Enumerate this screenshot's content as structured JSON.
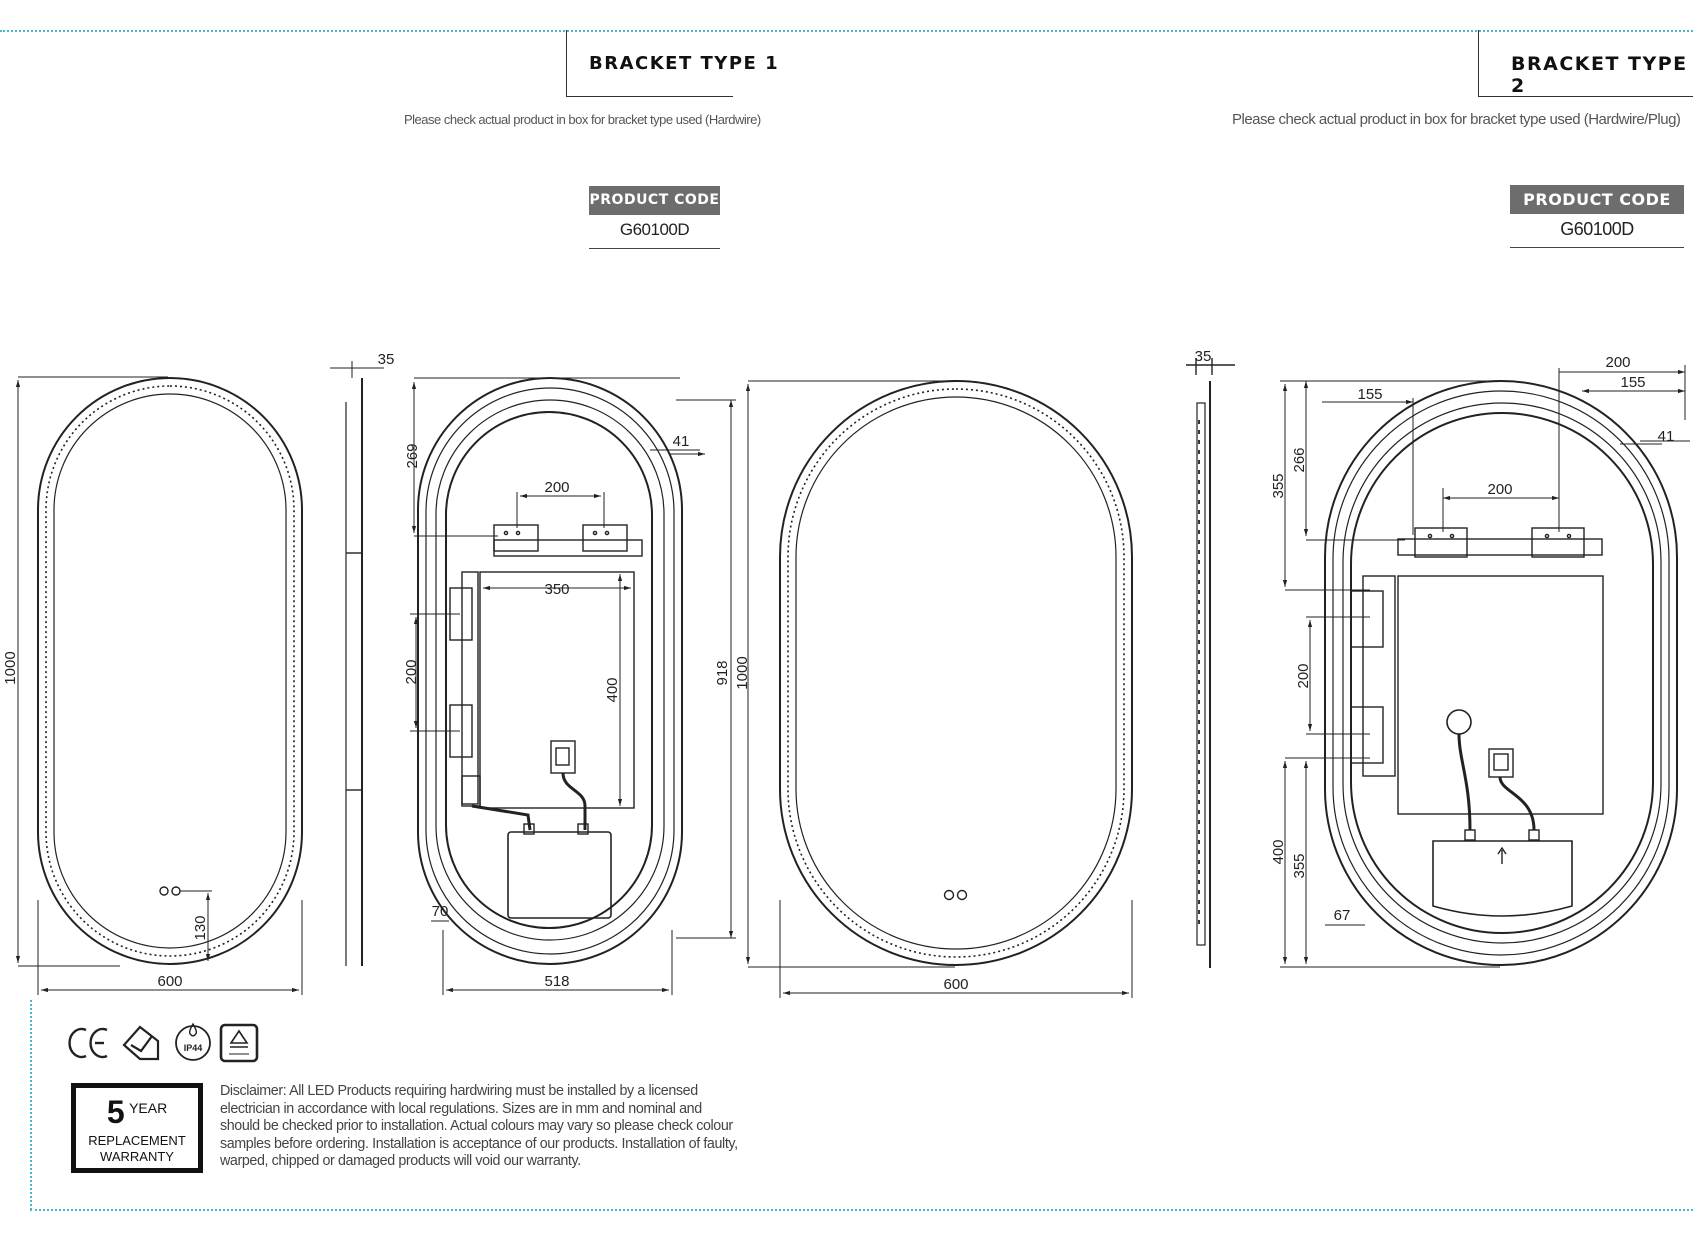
{
  "bracket1": {
    "title": "BRACKET TYPE 1",
    "note": "Please check actual product in box for bracket type used (Hardwire)",
    "product_code_label": "PRODUCT CODE",
    "product_code": "G60100D"
  },
  "bracket2": {
    "title": "BRACKET TYPE 2",
    "note": "Please check actual product in box for bracket type used (Hardwire/Plug)",
    "product_code_label": "PRODUCT CODE",
    "product_code": "G60100D"
  },
  "dims1": {
    "height": "1000",
    "width": "600",
    "depth": "35",
    "sensor_offset": "130",
    "top_to_bracket": "269",
    "frame_offset": "41",
    "bracket_spacing_h": "200",
    "plate_width": "350",
    "bracket_spacing_v": "200",
    "plate_height": "400",
    "inner_height": "918",
    "side_offset": "70",
    "inner_width": "518"
  },
  "dims2": {
    "height": "1000",
    "width": "600",
    "depth": "35",
    "top_200": "200",
    "top_155_right": "155",
    "top_155_left": "155",
    "frame_offset": "41",
    "bracket_spacing_h": "200",
    "top_355": "355",
    "top_266": "266",
    "bracket_spacing_v": "200",
    "bottom_400": "400",
    "bottom_355": "355",
    "side_offset": "67"
  },
  "certifications": [
    "CE",
    "RCM",
    "IP44",
    "SAA"
  ],
  "warranty": {
    "years": "5",
    "year_label": "YEAR",
    "line1": "REPLACEMENT",
    "line2": "WARRANTY"
  },
  "disclaimer": "Disclaimer: All LED Products requiring hardwiring must be installed by a licensed electrician in accordance with local regulations. Sizes are in mm and nominal and should be checked prior to installation. Actual colours may vary so please check colour samples before ordering. Installation is acceptance of our products. Installation of faulty, warped, chipped or damaged products will void our warranty.",
  "colors": {
    "accent_dots": "#4ab8c8",
    "header_box": "#6d6d6d",
    "line": "#222222"
  }
}
